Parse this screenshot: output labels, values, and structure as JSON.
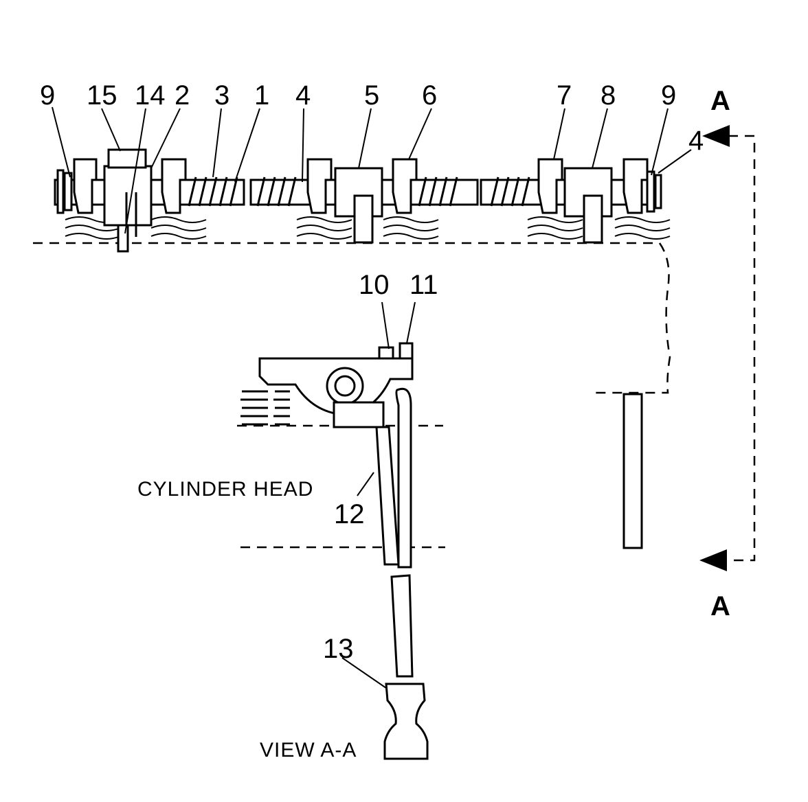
{
  "callouts": {
    "c9a": "9",
    "c15": "15",
    "c14": "14",
    "c2": "2",
    "c3": "3",
    "c1": "1",
    "c4a": "4",
    "c5": "5",
    "c6": "6",
    "c7": "7",
    "c8": "8",
    "c9b": "9",
    "c4b": "4",
    "c10": "10",
    "c11": "11",
    "c12": "12",
    "c13": "13"
  },
  "section_marks": {
    "top": "A",
    "bottom": "A"
  },
  "labels": {
    "cylinder_head": "CYLINDER HEAD",
    "view": "VIEW A-A"
  }
}
